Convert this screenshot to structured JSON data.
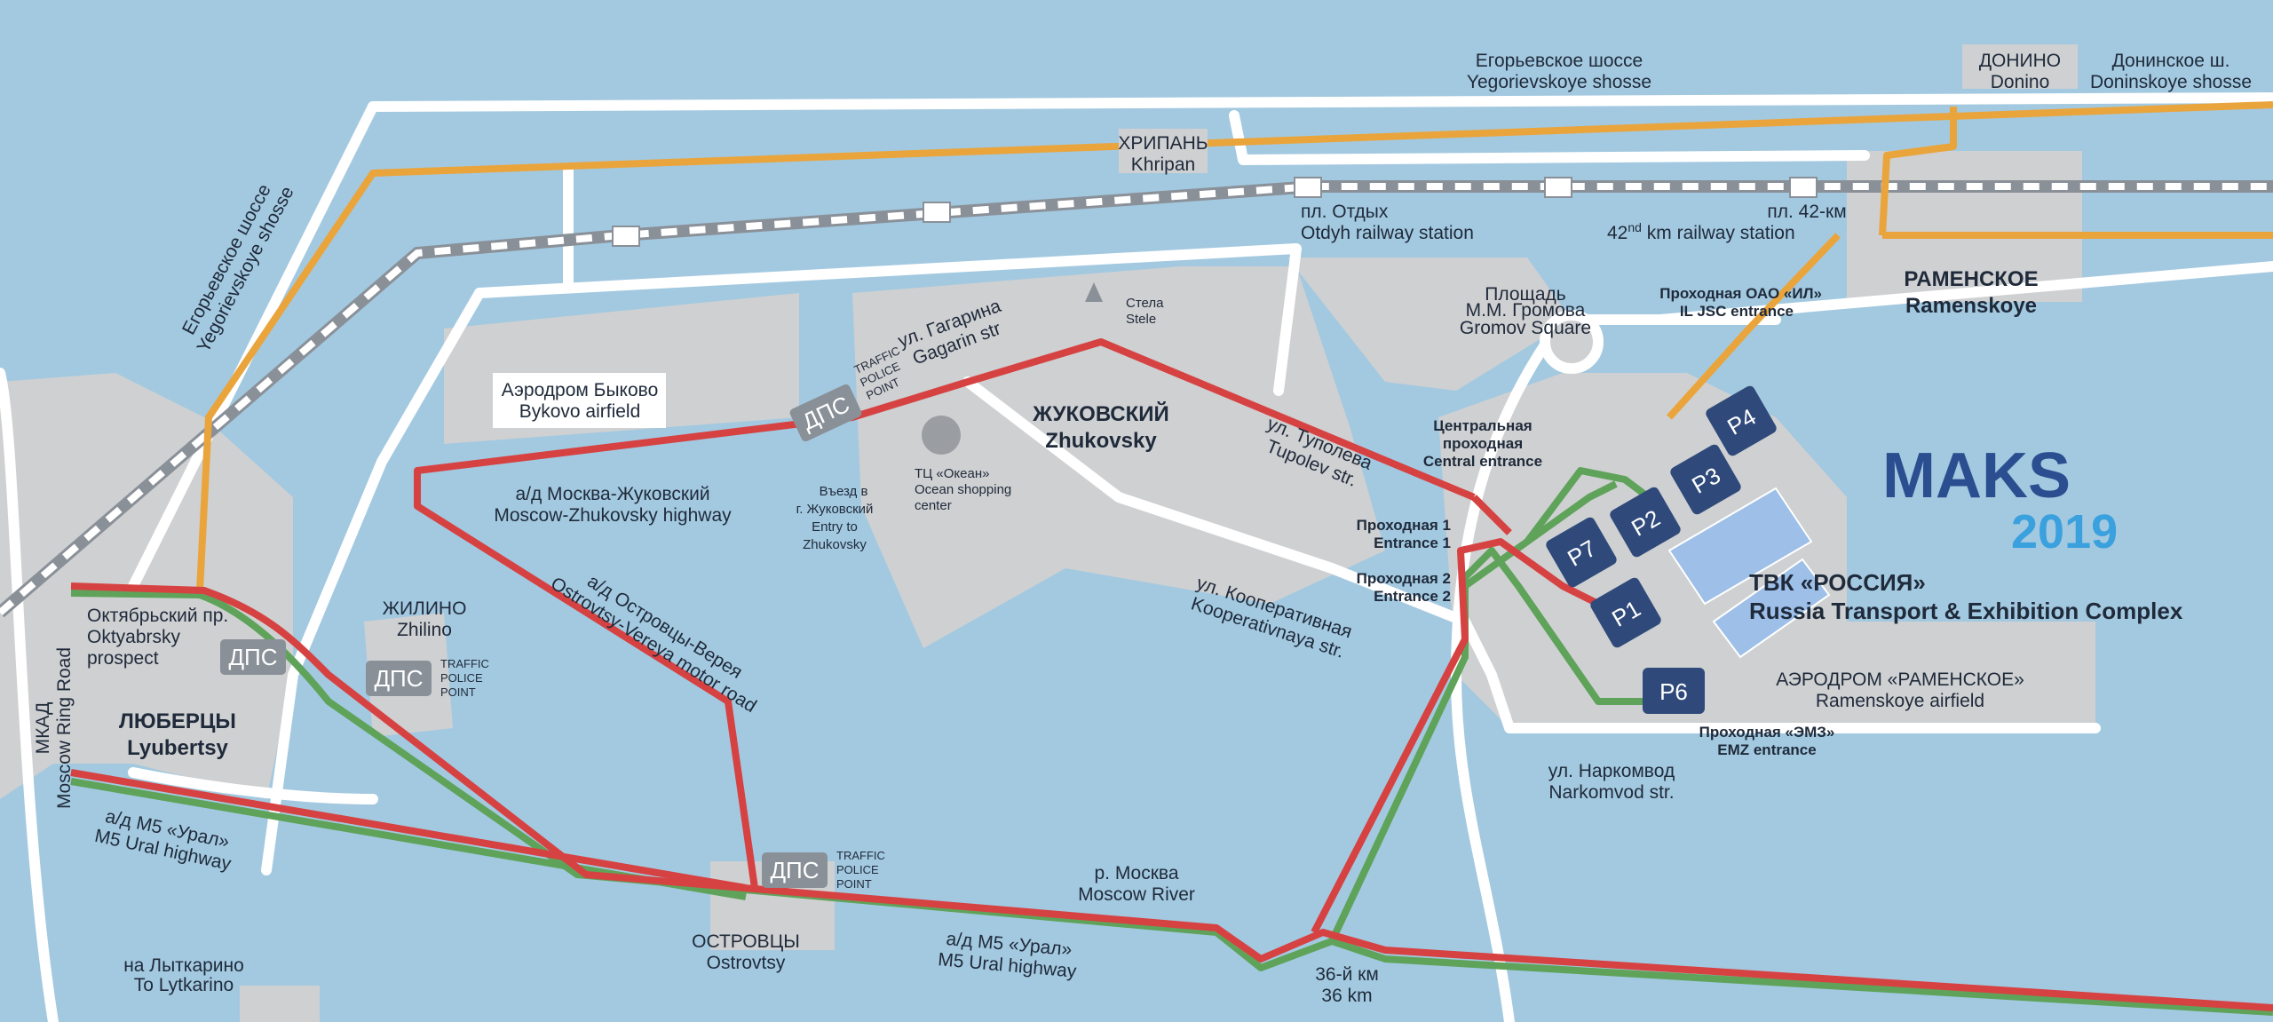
{
  "colors": {
    "water": "#a3c9e0",
    "land": "#cfd0d2",
    "road_white": "#ffffff",
    "route_red": "#d64242",
    "route_green": "#5fa35a",
    "route_orange": "#eaa43c",
    "parking": "#2f4a7a",
    "exhibition": "#9dbfe8"
  },
  "roads": {
    "yegorievskoye_top": [
      "Егорьевское шоссе",
      "Yegorievskoye shosse"
    ],
    "yegorievskoye_left": [
      "Егорьевское шоссе",
      "Yegorievskoye shosse"
    ],
    "doninskoye": [
      "Донинское ш.",
      "Doninskoye shosse"
    ],
    "moscow_zhukovsky": [
      "а/д Москва-Жуковский",
      "Moscow-Zhukovsky highway"
    ],
    "ostrovtsy_vereya": [
      "а/д Островцы-Верея",
      "Ostrovtsy-Vereya motor road"
    ],
    "m5_left": [
      "а/д М5 «Урал»",
      "M5 Ural highway"
    ],
    "m5_center": [
      "а/д М5 «Урал»",
      "M5 Ural highway"
    ],
    "mkad": [
      "МКАД",
      "Moscow Ring Road"
    ],
    "oktyabrsky": [
      "Октябрьский пр.",
      "Oktyabrsky",
      "prospect"
    ],
    "gagarin": [
      "ул. Гагарина",
      "Gagarin str"
    ],
    "tupolev": [
      "ул. Туполева",
      "Tupolev str."
    ],
    "kooperativnaya": [
      "ул. Кооперативная",
      "Kooperativnaya str."
    ],
    "narkomvod": [
      "ул. Наркомвод",
      "Narkomvod str."
    ]
  },
  "places": {
    "donino": [
      "ДОНИНО",
      "Donino"
    ],
    "khripan": [
      "ХРИПАНЬ",
      "Khripan"
    ],
    "otdyh": [
      "пл. Отдых",
      "Otdyh railway station"
    ],
    "km42": [
      "пл. 42-км",
      "42",
      "nd",
      " km railway station"
    ],
    "ramenskoye": [
      "РАМЕНСКОЕ",
      "Ramenskoye"
    ],
    "gromov": [
      "Площадь",
      "М.М. Громова",
      "Gromov Square"
    ],
    "il_entrance": [
      "Проходная ОАО «ИЛ»",
      "IL JSC entrance"
    ],
    "stele": [
      "Стела",
      "Stele"
    ],
    "bykovo": [
      "Аэродром Быково",
      "Bykovo airfield"
    ],
    "zhukovsky": [
      "ЖУКОВСКИЙ",
      "Zhukovsky"
    ],
    "ocean": [
      "ТЦ «Океан»",
      "Ocean shopping",
      "center"
    ],
    "entry_zhukovsky": [
      "Въезд в",
      "г. Жуковский",
      "Entry to",
      "Zhukovsky"
    ],
    "central_entrance": [
      "Центральная",
      "проходная",
      "Central entrance"
    ],
    "entrance1": [
      "Проходная 1",
      "Entrance 1"
    ],
    "entrance2": [
      "Проходная 2",
      "Entrance 2"
    ],
    "emz": [
      "Проходная «ЭМЗ»",
      "EMZ  entrance"
    ],
    "tvk": [
      "ТВК «РОССИЯ»",
      "Russia Transport & Exhibition Complex"
    ],
    "ramenskoye_airfield": [
      "АЭРОДРОМ «РАМЕНСКОЕ»",
      "Ramenskoye airfield"
    ],
    "zhilino": [
      "ЖИЛИНО",
      "Zhilino"
    ],
    "lyubertsy": [
      "ЛЮБЕРЦЫ",
      "Lyubertsy"
    ],
    "ostrovtsy": [
      "ОСТРОВЦЫ",
      "Ostrovtsy"
    ],
    "lytkarino": [
      "на Лыткарино",
      "To Lytkarino"
    ],
    "moscow_river": [
      "р. Москва",
      "Moscow River"
    ],
    "km36": [
      "36-й км",
      "36 km"
    ]
  },
  "dps": {
    "label": "ДПС",
    "note": [
      "TRAFFIC",
      "POLICE",
      "POINT"
    ]
  },
  "parking": [
    "P1",
    "P2",
    "P3",
    "P4",
    "P6",
    "P7"
  ],
  "logo": {
    "main": "MAKS",
    "year": "2019"
  }
}
